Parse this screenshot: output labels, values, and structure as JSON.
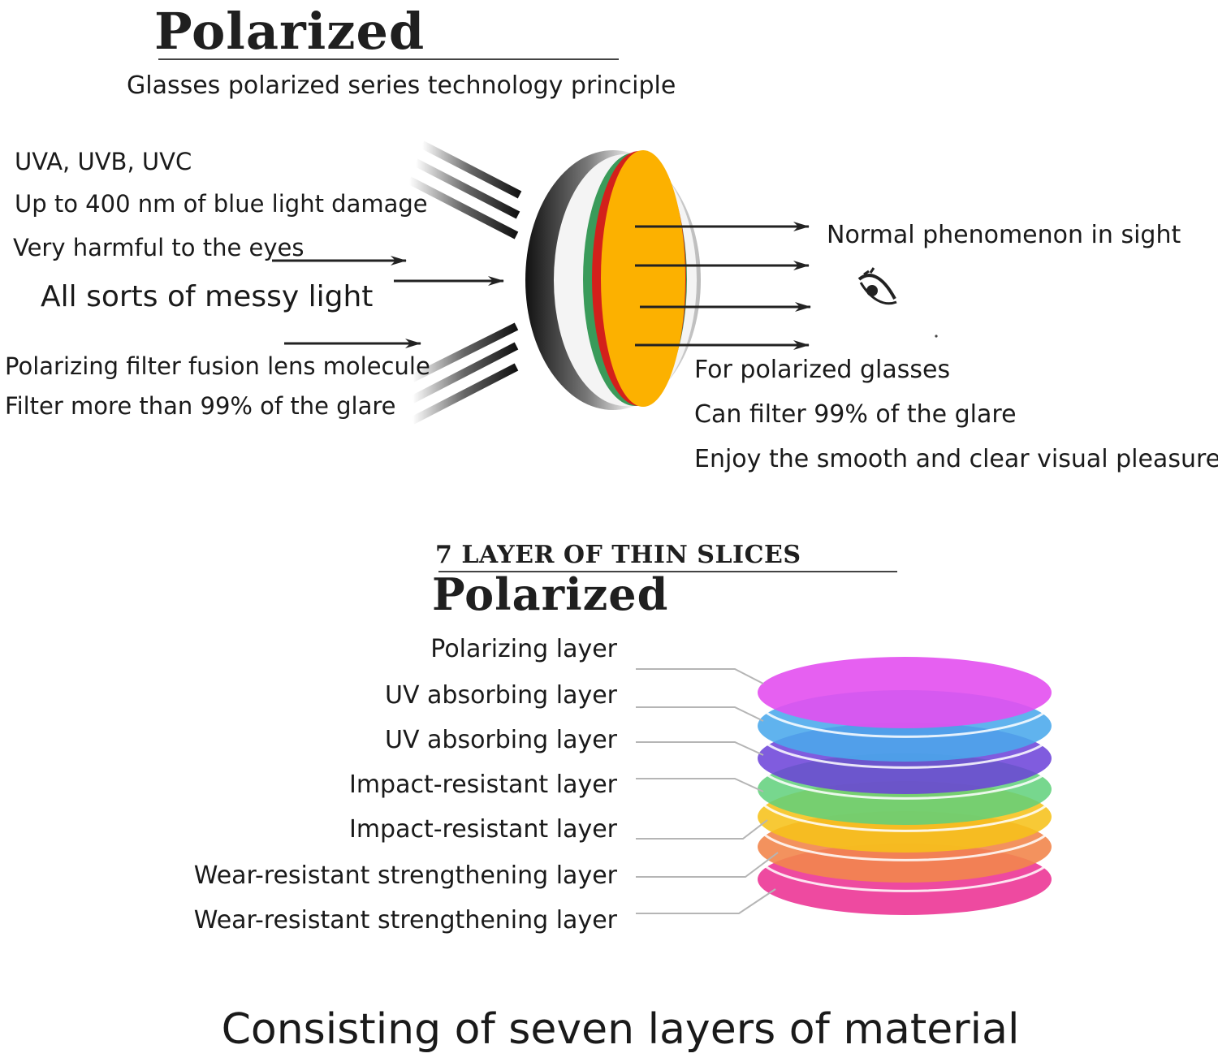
{
  "top_section": {
    "title": "Polarized",
    "subtitle": "Glasses polarized series technology principle",
    "left_text": [
      "UVA, UVB, UVC",
      "Up to 400 nm of blue light damage",
      "Very harmful to the eyes",
      "All sorts of messy light",
      "Polarizing filter fusion lens molecule",
      "Filter more than 99% of the glare"
    ],
    "right_label": "Normal phenomenon in sight",
    "right_text": [
      "For polarized glasses",
      "Can filter 99% of the glare",
      "Enjoy the smooth and clear visual pleasure"
    ],
    "lens_colors": {
      "lens_fill": "#fcb100",
      "rim_red": "#d3201b",
      "rim_green": "#3a9b5a"
    }
  },
  "bottom_section": {
    "small_title": "7 LAYER OF THIN SLICES",
    "title": "Polarized",
    "layers": [
      {
        "label": "Polarizing layer",
        "color": "#e34ff0"
      },
      {
        "label": "UV absorbing layer",
        "color": "#4aa8ec"
      },
      {
        "label": "UV absorbing layer",
        "color": "#6a3fd8"
      },
      {
        "label": "Impact-resistant layer",
        "color": "#5fd07a"
      },
      {
        "label": "Impact-resistant layer",
        "color": "#f6c21a"
      },
      {
        "label": "Wear-resistant strengthening layer",
        "color": "#f2864c"
      },
      {
        "label": "Wear-resistant strengthening layer",
        "color": "#ee4aa0"
      }
    ]
  },
  "footer": "Consisting of seven layers of material"
}
